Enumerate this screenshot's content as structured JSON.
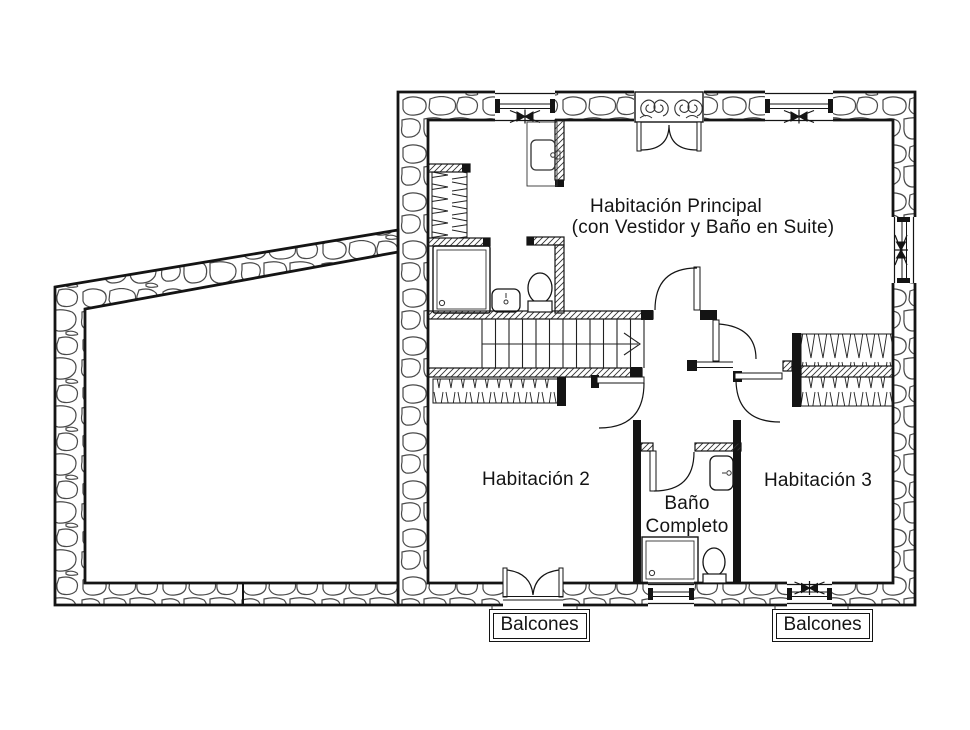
{
  "floorplan": {
    "labels": {
      "principal_line1": "Habitación Principal",
      "principal_line2": "(con Vestidor y Baño en Suite)",
      "room2": "Habitación 2",
      "room3": "Habitación 3",
      "bath_line1": "Baño",
      "bath_line2": "Completo",
      "balcony_left": "Balcones",
      "balcony_right": "Balcones"
    },
    "colors": {
      "line": "#141414",
      "stone_stroke": "#4a4a4a",
      "background": "#ffffff"
    }
  }
}
